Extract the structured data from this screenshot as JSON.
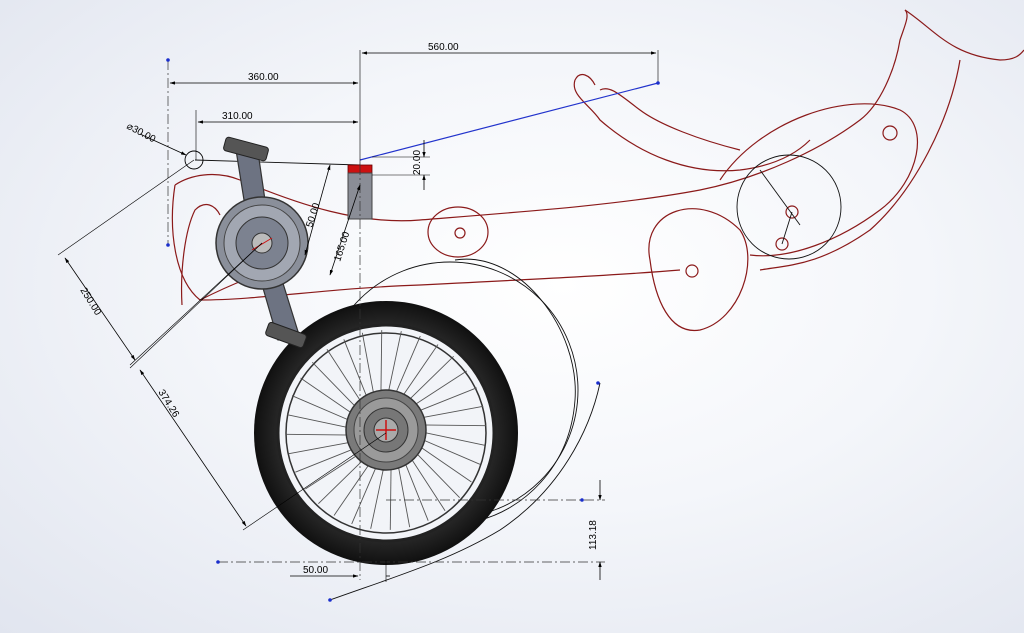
{
  "dimensions": {
    "d560": "560.00",
    "d360": "360.00",
    "d310": "310.00",
    "dia30": "⌀30.00",
    "d20": "20.00",
    "d50_angled": "50.00",
    "d165": "165.00",
    "d250": "250.00",
    "d374": "374.26",
    "d113": "113.18",
    "d50_bottom": "50.00"
  },
  "colors": {
    "rider_sketch": "#8b1a1a",
    "seat_line": "#2233cc",
    "seat_marker": "#cc1111",
    "dimension": "#000000"
  }
}
